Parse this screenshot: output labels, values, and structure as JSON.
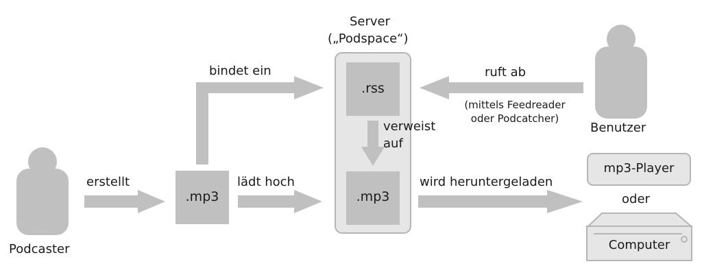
{
  "server": {
    "title": "Server",
    "subtitle": "(„Podspace“)",
    "rss_label": ".rss",
    "mp3_label": ".mp3"
  },
  "podcaster": {
    "label": "Podcaster",
    "mp3_label": ".mp3"
  },
  "user": {
    "label": "Benutzer"
  },
  "devices": {
    "player_label": "mp3-Player",
    "or_label": "oder",
    "computer_label": "Computer"
  },
  "arrows": {
    "creates": "erstellt",
    "embeds": "bindet ein",
    "uploads": "lädt hoch",
    "fetches": "ruft ab",
    "fetches_note_line1": "(mittels Feedreader",
    "fetches_note_line2": "oder Podcatcher)",
    "refers_line1": "verweist",
    "refers_line2": "auf",
    "downloads": "wird heruntergeladen"
  },
  "colors": {
    "shape": "#c0c0c0",
    "server_bg": "#e6e6e6",
    "server_border": "#b5b5b5",
    "text": "#1a1a1a"
  }
}
